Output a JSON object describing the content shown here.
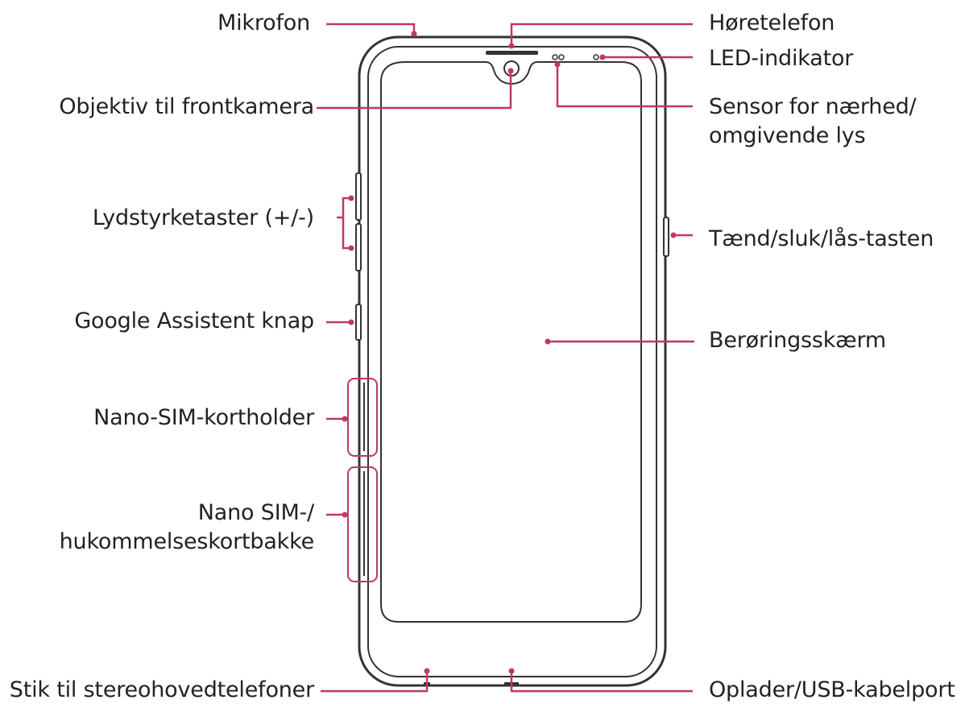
{
  "colors": {
    "accent": "#c0385f",
    "outline": "#333333",
    "text": "#222222"
  },
  "labels": {
    "mikrofon": "Mikrofon",
    "objektiv": "Objektiv til frontkamera",
    "lydstyrke": "Lydstyrketaster (+/-)",
    "google": "Google Assistent knap",
    "simholder": "Nano-SIM-kortholder",
    "simbakke_1": "Nano SIM-/",
    "simbakke_2": "hukommelseskortbakke",
    "stik": "Stik til stereohovedtelefoner",
    "horetelefon": "Høretelefon",
    "led": "LED-indikator",
    "sensor_1": "Sensor for nærhed/",
    "sensor_2": "omgivende lys",
    "taend": "Tænd/sluk/lås-tasten",
    "beroering": "Berøringsskærm",
    "oplader": "Oplader/USB-kabelport"
  }
}
